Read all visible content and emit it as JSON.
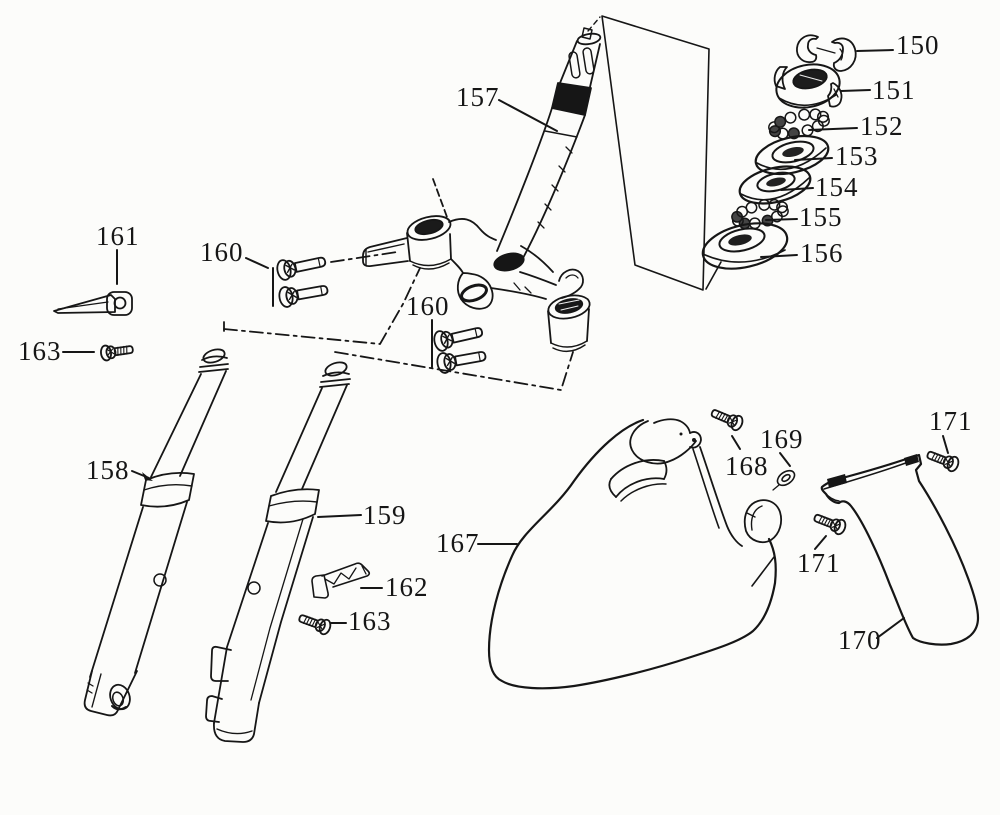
{
  "diagram": {
    "background_color": "#fcfcfa",
    "line_color": "#161616",
    "labels": [
      {
        "id": "157",
        "text": "157"
      },
      {
        "id": "150",
        "text": "150"
      },
      {
        "id": "151",
        "text": "151"
      },
      {
        "id": "152",
        "text": "152"
      },
      {
        "id": "153",
        "text": "153"
      },
      {
        "id": "154",
        "text": "154"
      },
      {
        "id": "155",
        "text": "155"
      },
      {
        "id": "156",
        "text": "156"
      },
      {
        "id": "161",
        "text": "161"
      },
      {
        "id": "160-upper",
        "text": "160"
      },
      {
        "id": "163-left",
        "text": "163"
      },
      {
        "id": "160-lower",
        "text": "160"
      },
      {
        "id": "158",
        "text": "158"
      },
      {
        "id": "159",
        "text": "159"
      },
      {
        "id": "162",
        "text": "162"
      },
      {
        "id": "163-bottom",
        "text": "163"
      },
      {
        "id": "167",
        "text": "167"
      },
      {
        "id": "168",
        "text": "168"
      },
      {
        "id": "169",
        "text": "169"
      },
      {
        "id": "171-top",
        "text": "171"
      },
      {
        "id": "171-left",
        "text": "171"
      },
      {
        "id": "170",
        "text": "170"
      }
    ]
  }
}
